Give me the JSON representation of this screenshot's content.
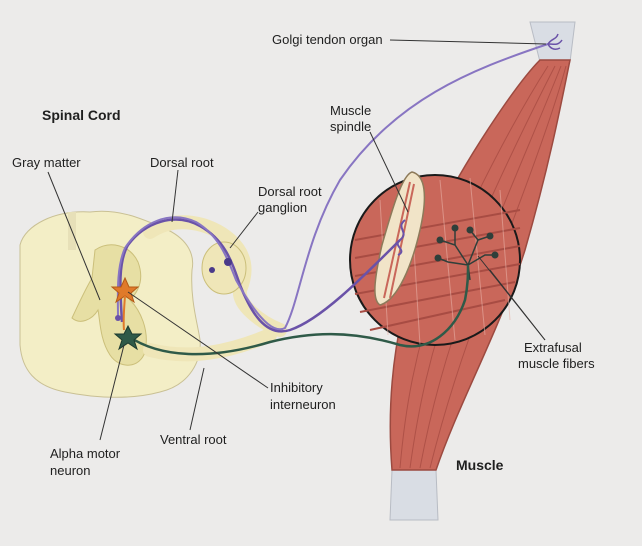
{
  "labels": {
    "golgi_tendon_organ": "Golgi tendon organ",
    "spinal_cord": "Spinal Cord",
    "muscle_spindle_line1": "Muscle",
    "muscle_spindle_line2": "spindle",
    "gray_matter": "Gray matter",
    "dorsal_root": "Dorsal root",
    "dorsal_root_ganglion_line1": "Dorsal root",
    "dorsal_root_ganglion_line2": "ganglion",
    "extrafusal_line1": "Extrafusal",
    "extrafusal_line2": "muscle fibers",
    "inhibitory_line1": "Inhibitory",
    "inhibitory_line2": "interneuron",
    "ventral_root": "Ventral root",
    "alpha_motor_line1": "Alpha motor",
    "alpha_motor_line2": "neuron",
    "muscle": "Muscle"
  },
  "colors": {
    "background": "#ecebea",
    "spinal_white_matter": "#f3eec6",
    "spinal_gray_matter": "#e7dfa4",
    "muscle": "#c9675a",
    "muscle_fiber_line": "#a84c43",
    "tendon": "#d9dde4",
    "sensory_nerve": "#6a52a8",
    "motor_nerve": "#2f5a48",
    "interneuron": "#e07a2a",
    "leader_line": "#333333"
  }
}
